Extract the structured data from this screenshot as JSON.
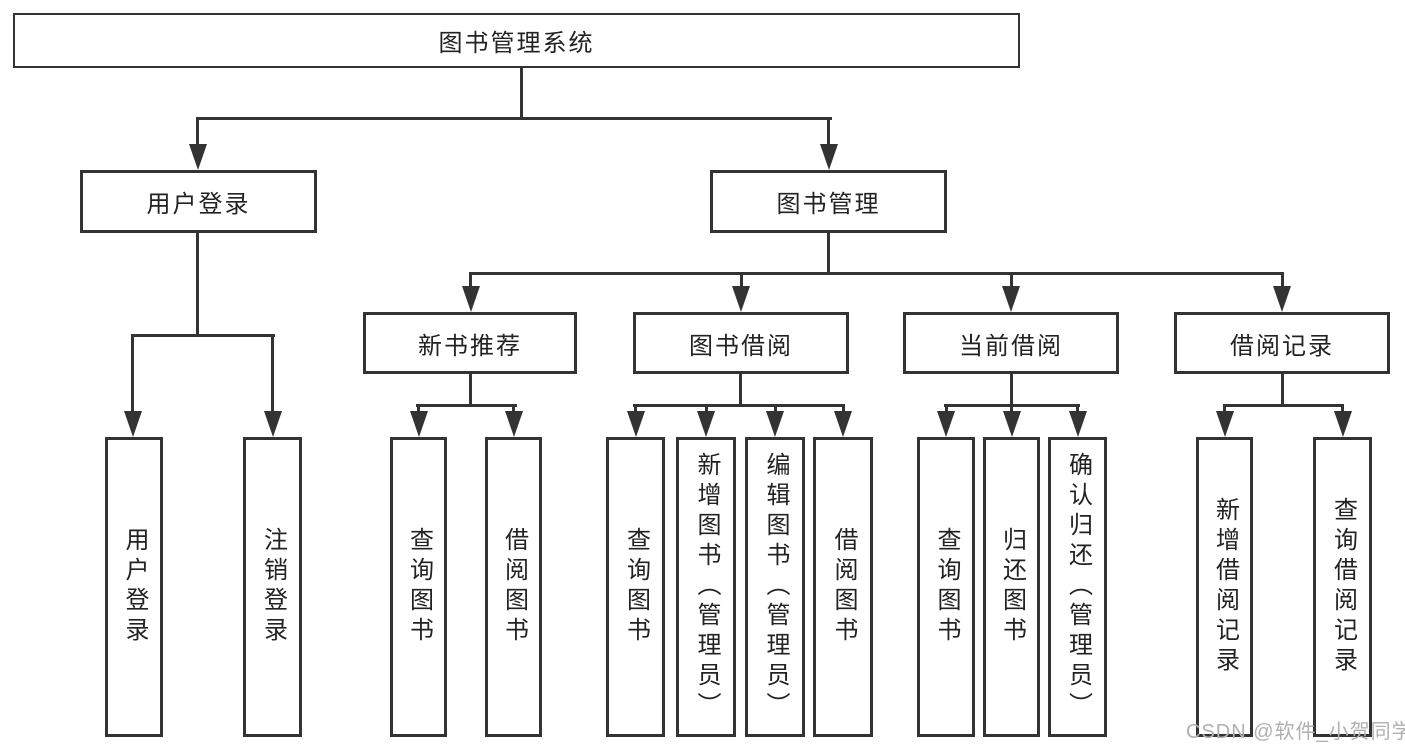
{
  "diagram": {
    "root": {
      "label": "图书管理系统"
    },
    "level2": [
      {
        "label": "用户登录"
      },
      {
        "label": "图书管理"
      }
    ],
    "level3": [
      {
        "label": "新书推荐"
      },
      {
        "label": "图书借阅"
      },
      {
        "label": "当前借阅"
      },
      {
        "label": "借阅记录"
      }
    ],
    "leaves": {
      "user_login": [
        {
          "label": "用户登录"
        },
        {
          "label": "注销登录"
        }
      ],
      "new_book": [
        {
          "label": "查询图书"
        },
        {
          "label": "借阅图书"
        }
      ],
      "book_borrow": [
        {
          "label": "查询图书"
        },
        {
          "label": "新增图书（管理员）"
        },
        {
          "label": "编辑图书（管理员）"
        },
        {
          "label": "借阅图书"
        }
      ],
      "current_borrow": [
        {
          "label": "查询图书"
        },
        {
          "label": "归还图书"
        },
        {
          "label": "确认归还（管理员）"
        }
      ],
      "borrow_records": [
        {
          "label": "新增借阅记录"
        },
        {
          "label": "查询借阅记录"
        }
      ]
    }
  },
  "watermark": {
    "text": "CSDN @软件_小贺同学"
  },
  "colors": {
    "line": "#333333",
    "text": "#222222",
    "watermark": "#b0b0b0",
    "background": "#ffffff"
  }
}
